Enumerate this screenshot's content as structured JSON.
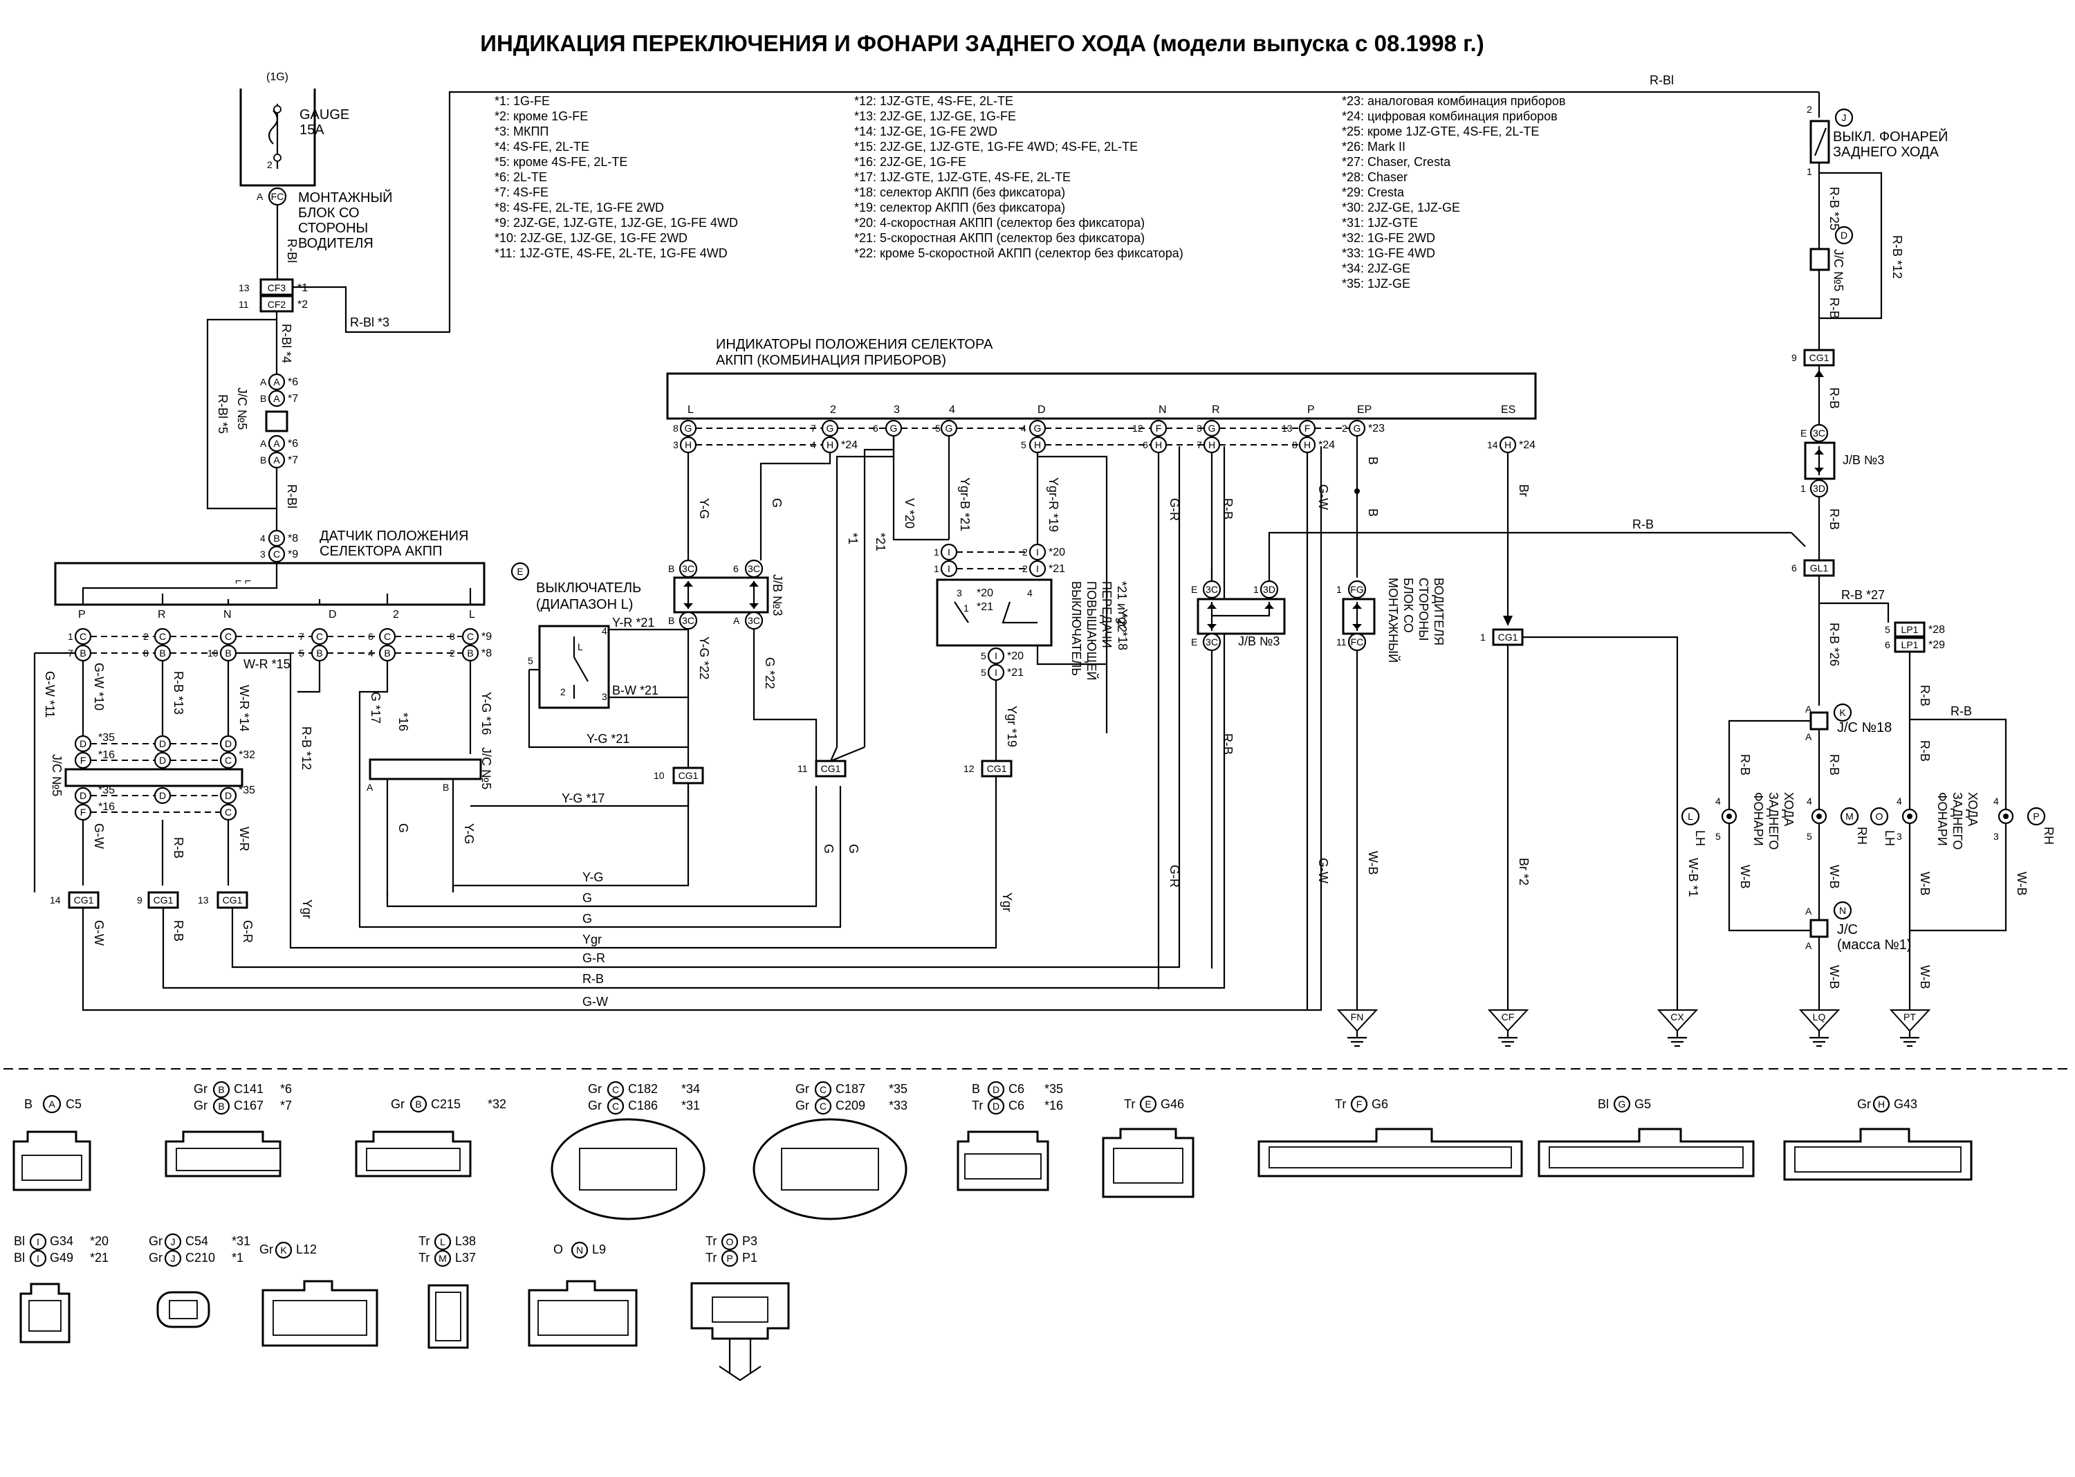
{
  "title": "ИНДИКАЦИЯ ПЕРЕКЛЮЧЕНИЯ И ФОНАРИ ЗАДНЕГО ХОДА (модели выпуска с 08.1998 г.)",
  "fuse": {
    "circuit": "(1G)",
    "name": "GAUGE",
    "rating": "15A",
    "pin": "2",
    "connector": "FC",
    "connector_pin": "A",
    "block": [
      "МОНТАЖНЫЙ",
      "БЛОК СО",
      "СТОРОНЫ",
      "ВОДИТЕЛЯ"
    ]
  },
  "notes_col1": [
    "*1: 1G-FE",
    "*2: кроме 1G-FE",
    "*3: МКПП",
    "*4: 4S-FE, 2L-TE",
    "*5: кроме 4S-FE, 2L-TE",
    "*6: 2L-TE",
    "*7: 4S-FE",
    "*8: 4S-FE, 2L-TE, 1G-FE 2WD",
    "*9: 2JZ-GE, 1JZ-GTE, 1JZ-GE, 1G-FE 4WD",
    "*10: 2JZ-GE, 1JZ-GE, 1G-FE 2WD",
    "*11: 1JZ-GTE, 4S-FE, 2L-TE, 1G-FE 4WD"
  ],
  "notes_col2": [
    "*12: 1JZ-GTE, 4S-FE, 2L-TE",
    "*13: 2JZ-GE, 1JZ-GE, 1G-FE",
    "*14: 1JZ-GE, 1G-FE 2WD",
    "*15: 2JZ-GE, 1JZ-GTE, 1G-FE 4WD; 4S-FE, 2L-TE",
    "*16: 2JZ-GE, 1G-FE",
    "*17: 1JZ-GTE, 1JZ-GTE, 4S-FE, 2L-TE",
    "*18: селектор АКПП (без фиксатора)",
    "*19: селектор АКПП (без фиксатора)",
    "*20: 4-скоростная АКПП (селектор без фиксатора)",
    "*21: 5-скоростная АКПП (селектор без фиксатора)",
    "*22: кроме 5-скоростной АКПП (селектор без фиксатора)"
  ],
  "notes_col3": [
    "*23: аналоговая комбинация приборов",
    "*24: цифровая комбинация приборов",
    "*25: кроме 1JZ-GTE, 4S-FE, 2L-TE",
    "*26: Mark II",
    "*27: Chaser, Cresta",
    "*28: Chaser",
    "*29: Cresta",
    "*30: 2JZ-GE, 1JZ-GE",
    "*31: 1JZ-GTE",
    "*32: 1G-FE 2WD",
    "*33: 1G-FE 4WD",
    "*34: 2JZ-GE",
    "*35: 1JZ-GE"
  ],
  "labels": {
    "rbl_top": "R-Bl",
    "rbl3": "R-Bl *3",
    "cf3": "CF3",
    "cf2": "CF2",
    "cf3_pin": "13",
    "cf2_pin": "11",
    "cf3_note": "*1",
    "cf2_note": "*2",
    "rbl_v": "R-Bl",
    "rbl4": "R-Bl *4",
    "rbl5": "R-Bl *5",
    "rbl_low": "R-Bl",
    "jc5_left": "J/C №5",
    "a6": "*6",
    "a7": "*7",
    "sensor_title1": "ДАТЧИК ПОЛОЖЕНИЯ",
    "sensor_title2": "СЕЛЕКТОРА АКПП",
    "b8": "*8",
    "c9": "*9",
    "ind_title1": "ИНДИКАТОРЫ ПОЛОЖЕНИЯ СЕЛЕКТОРА",
    "ind_title2": "АКПП (КОМБИНАЦИЯ ПРИБОРОВ)",
    "switch_e1": "ВЫКЛЮЧАТЕЛЬ",
    "switch_e2": "(ДИАПАЗОН L)",
    "yr21": "Y-R *21",
    "bw21": "B-W *21",
    "jb3": "J/B №3",
    "od_switch": [
      "ВЫКЛЮЧАТЕЛЬ",
      "ПОВЫШАЮЩЕЙ",
      "ПЕРЕДАЧИ",
      "*21 и *22"
    ],
    "ygr18": "Ygr *18",
    "ygr19": "Ygr *19",
    "ygr_r19": "Ygr-R *19",
    "ygr_b21": "Ygr-B *21",
    "v20": "V *20",
    "mount_block_fc": [
      "МОНТАЖНЫЙ",
      "БЛОК СО",
      "СТОРОНЫ",
      "ВОДИТЕЛЯ"
    ],
    "backup_switch1": "ВЫКЛ. ФОНАРЕЙ",
    "backup_switch2": "ЗАДНЕГО ХОДА",
    "rb25": "R-B *25",
    "rb12": "R-B *12",
    "rb": "R-B",
    "jc5_right": "J/C №5",
    "jb3_right": "J/B №3",
    "rb27": "R-B *27",
    "rb26": "R-B *26",
    "lp1_28": "*28",
    "lp1_29": "*29",
    "jc18": "J/C №18",
    "jc_mass": "J/C",
    "jc_mass2": "(масса №1)",
    "lamp_lh": [
      "ФОНАРИ",
      "ЗАДНЕГО",
      "ХОДА"
    ],
    "lamp_rh": [
      "ФОНАРИ",
      "ЗАДНЕГО",
      "ХОДА"
    ],
    "wb": "W-B",
    "wb1": "W-B *1",
    "br2": "Br *2",
    "br": "Br",
    "gw": "G-W",
    "gr": "G-R",
    "ygr": "Ygr",
    "g": "G",
    "yg": "Y-G",
    "y_g17": "Y-G *17",
    "y_g21": "Y-G *21",
    "y_g22": "Y-G *22",
    "g22": "G *22",
    "g17": "G *17",
    "g16": "*16",
    "yg16": "Y-G *16",
    "gw10": "G-W *10",
    "gw11": "G-W *11",
    "rb13": "R-B *13",
    "wr14": "W-R *14",
    "wr15": "W-R *15",
    "rb12b": "R-B *12",
    "star1": "*1",
    "star21": "*21",
    "b_label": "B",
    "star23": "*23",
    "star24": "*24",
    "star20": "*20",
    "d35": "*35",
    "f16": "*16",
    "c32": "*32",
    "d35b": "*35",
    "f16b": "*16",
    "c35": "*35",
    "e_lbl": "E",
    "lh": "LH",
    "rh": "RH"
  },
  "indicator_pins": [
    "L",
    "2",
    "3",
    "4",
    "D",
    "N",
    "R",
    "P",
    "EP",
    "ES"
  ],
  "sensor_pins": [
    "P",
    "R",
    "N",
    "D",
    "2",
    "L"
  ],
  "grounds": [
    "FN",
    "CF",
    "CX",
    "LQ",
    "PT"
  ],
  "connectors_row1": [
    {
      "color": "B",
      "id": "A",
      "code": "C5",
      "note": ""
    },
    {
      "color": "Gr",
      "id": "B",
      "code": "C141",
      "note": "*6",
      "color2": "Gr",
      "id2": "B",
      "code2": "C167",
      "note2": "*7"
    },
    {
      "color": "Gr",
      "id": "B",
      "code": "C215",
      "note": "*32"
    },
    {
      "color": "Gr",
      "id": "C",
      "code": "C182",
      "note": "*34",
      "color2": "Gr",
      "id2": "C",
      "code2": "C186",
      "note2": "*31"
    },
    {
      "color": "Gr",
      "id": "C",
      "code": "C187",
      "note": "*35",
      "color2": "Gr",
      "id2": "C",
      "code2": "C209",
      "note2": "*33"
    },
    {
      "color": "B",
      "id": "D",
      "code": "C6",
      "note": "*35",
      "color2": "Tr",
      "id2": "D",
      "code2": "C6",
      "note2": "*16"
    },
    {
      "color": "Tr",
      "id": "E",
      "code": "G46",
      "note": ""
    },
    {
      "color": "Tr",
      "id": "F",
      "code": "G6",
      "note": ""
    },
    {
      "color": "Bl",
      "id": "G",
      "code": "G5",
      "note": ""
    },
    {
      "color": "Gr",
      "id": "H",
      "code": "G43",
      "note": ""
    }
  ],
  "connectors_row2": [
    {
      "color": "Bl",
      "id": "I",
      "code": "G34",
      "note": "*20",
      "color2": "Bl",
      "id2": "I",
      "code2": "G49",
      "note2": "*21"
    },
    {
      "color": "Gr",
      "id": "J",
      "code": "C54",
      "note": "*31",
      "color2": "Gr",
      "id2": "J",
      "code2": "C210",
      "note2": "*1"
    },
    {
      "color": "Gr",
      "id": "K",
      "code": "L12",
      "note": ""
    },
    {
      "color": "Tr",
      "id": "L",
      "code": "L38",
      "note": "",
      "color2": "Tr",
      "id2": "M",
      "code2": "L37",
      "note2": ""
    },
    {
      "color": "O",
      "id": "N",
      "code": "L9",
      "note": ""
    },
    {
      "color": "Tr",
      "id": "O",
      "code": "P3",
      "note": "",
      "color2": "Tr",
      "id2": "P",
      "code2": "P1",
      "note2": ""
    }
  ]
}
